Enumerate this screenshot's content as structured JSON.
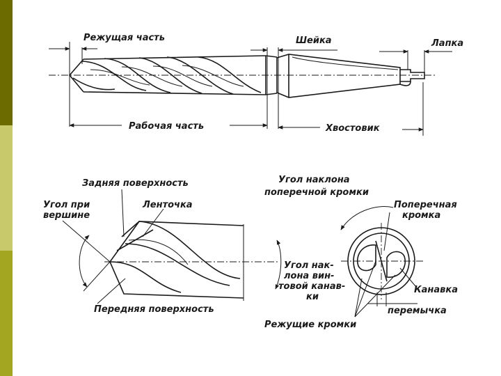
{
  "sidebar": {
    "colors": [
      "#6b6b00",
      "#c8c96a",
      "#a3a621"
    ]
  },
  "labels": {
    "cutting_part": "Режущая часть",
    "neck": "Шейка",
    "tang": "Лапка",
    "working_part": "Рабочая часть",
    "shank": "Хвостовик",
    "flank": "Задняя поверхность",
    "point_angle_1": "Угол при",
    "point_angle_2": "вершине",
    "margin": "Ленточка",
    "rake_face": "Передняя поверхность",
    "helix_angle_1": "Угол нак-",
    "helix_angle_2": "лона вин-",
    "helix_angle_3": "товой канав-",
    "helix_angle_4": "ки",
    "chisel_angle_1": "Угол наклона",
    "chisel_angle_2": "поперечной кромки",
    "chisel_edge_1": "Поперечная",
    "chisel_edge_2": "кромка",
    "flute": "Канавка",
    "web": "перемычка",
    "cutting_edges": "Режущие кромки"
  }
}
